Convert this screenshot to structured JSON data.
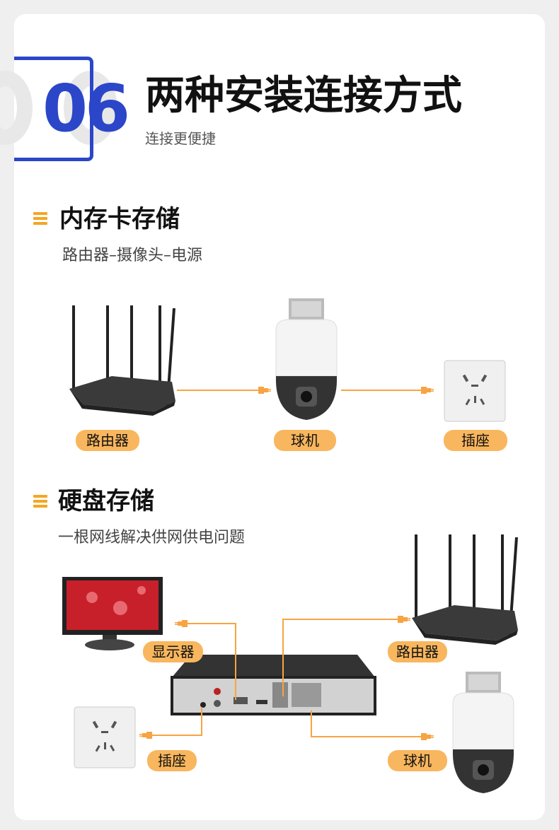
{
  "header": {
    "number": "06",
    "title": "两种安装连接方式",
    "subtitle": "连接更便捷"
  },
  "section1": {
    "title": "内存卡存储",
    "subtitle": "路由器–摄像头–电源",
    "labels": {
      "router": "路由器",
      "camera": "球机",
      "outlet": "插座"
    }
  },
  "section2": {
    "title": "硬盘存储",
    "subtitle": "一根网线解决供网供电问题",
    "labels": {
      "monitor": "显示器",
      "router": "路由器",
      "outlet": "插座",
      "camera": "球机"
    }
  },
  "colors": {
    "accent_blue": "#2b46c8",
    "accent_orange": "#f5a623",
    "pill": "#f8b65e",
    "cable": "#f7a443"
  }
}
